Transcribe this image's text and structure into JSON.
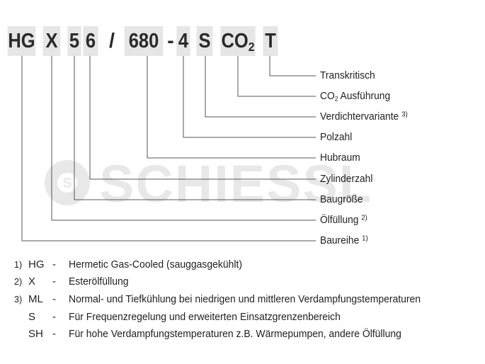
{
  "code": {
    "segments": [
      {
        "id": "hg",
        "text": "HG"
      },
      {
        "id": "x",
        "text": "X"
      },
      {
        "id": "5",
        "text": "5"
      },
      {
        "id": "6",
        "text": "6"
      },
      {
        "id": "slash",
        "text": "/"
      },
      {
        "id": "680",
        "text": "680"
      },
      {
        "id": "dash",
        "text": "-"
      },
      {
        "id": "4",
        "text": "4"
      },
      {
        "id": "s",
        "text": "S"
      },
      {
        "id": "co",
        "text": "CO",
        "sub": "2"
      },
      {
        "id": "t",
        "text": "T"
      }
    ]
  },
  "labels": [
    {
      "text": "Transkritisch"
    },
    {
      "text": "CO",
      "sub": "2",
      "rest": " Ausführung"
    },
    {
      "text": "Verdichtervariante",
      "sup": "3)"
    },
    {
      "text": "Polzahl"
    },
    {
      "text": "Hubraum"
    },
    {
      "text": "Zylinderzahl"
    },
    {
      "text": "Baugröße"
    },
    {
      "text": "Ölfüllung",
      "sup": "2)"
    },
    {
      "text": "Baureihe",
      "sup": "1)"
    }
  ],
  "watermark": {
    "text": "SCHIESSL",
    "logo_letter": "S"
  },
  "footnotes": [
    {
      "marker": "1)",
      "abbr": "HG",
      "dash": "-",
      "text": "Hermetic Gas-Cooled (sauggasgekühlt)"
    },
    {
      "marker": "2)",
      "abbr": "X",
      "dash": "-",
      "text": "Esterölfüllung"
    },
    {
      "marker": "3)",
      "abbr": "ML",
      "dash": "-",
      "text": "Normal- und Tiefkühlung bei niedrigen und mittleren Verdampfungstemperaturen"
    },
    {
      "marker": "",
      "abbr": "S",
      "dash": "-",
      "text": "Für Frequenzregelung und erweiterten Einsatzgrenzenbereich"
    },
    {
      "marker": "",
      "abbr": "SH",
      "dash": "-",
      "text": "Für hohe Verdampfungstemperaturen z.B. Wärmepumpen, andere Ölfüllung"
    }
  ],
  "colors": {
    "box": "#e6e6e6",
    "line": "#555555",
    "text": "#1f1f1f"
  }
}
